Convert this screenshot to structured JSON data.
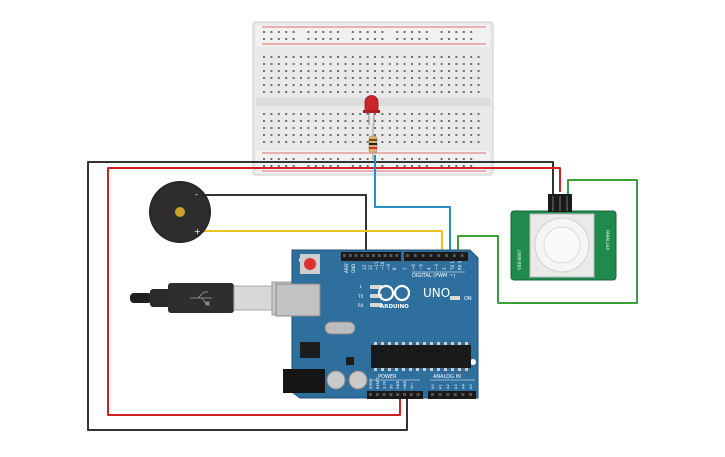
{
  "arduino": {
    "brand": "ARDUINO",
    "model": "UNO",
    "digital_label": "DIGITAL (PWM ~)",
    "power_label": "POWER",
    "analog_label": "ANALOG IN",
    "on_label": "ON",
    "tx_label": "TX",
    "rx_label": "RX",
    "l_label": "L",
    "aref_label": "AREF",
    "gnd_label": "GND",
    "digital_pins": [
      "13",
      "12",
      "~11",
      "~10",
      "~9",
      "8",
      "7",
      "~6",
      "~5",
      "4",
      "~3",
      "2",
      "TX 1",
      "RX 0"
    ],
    "power_pins": [
      "IOREF",
      "RESET",
      "3.3V",
      "5V",
      "GND",
      "GND",
      "Vin"
    ],
    "analog_pins": [
      "A0",
      "A1",
      "A2",
      "A3",
      "A4",
      "A5"
    ]
  },
  "buzzer": {
    "minus": "-",
    "plus": "+"
  },
  "pir": {
    "left_text": "VBB-BBN7",
    "right_text": "PARALLAX"
  },
  "colors": {
    "board": "#2e6f9e",
    "breadboard": "#e6e6e6",
    "wire_black": "#333333",
    "wire_red": "#cc2222",
    "wire_yellow": "#e8c420",
    "wire_blue": "#2a8fc0",
    "wire_green": "#3aa03a",
    "pir_board": "#1f8a4c",
    "led": "#c8262c"
  }
}
